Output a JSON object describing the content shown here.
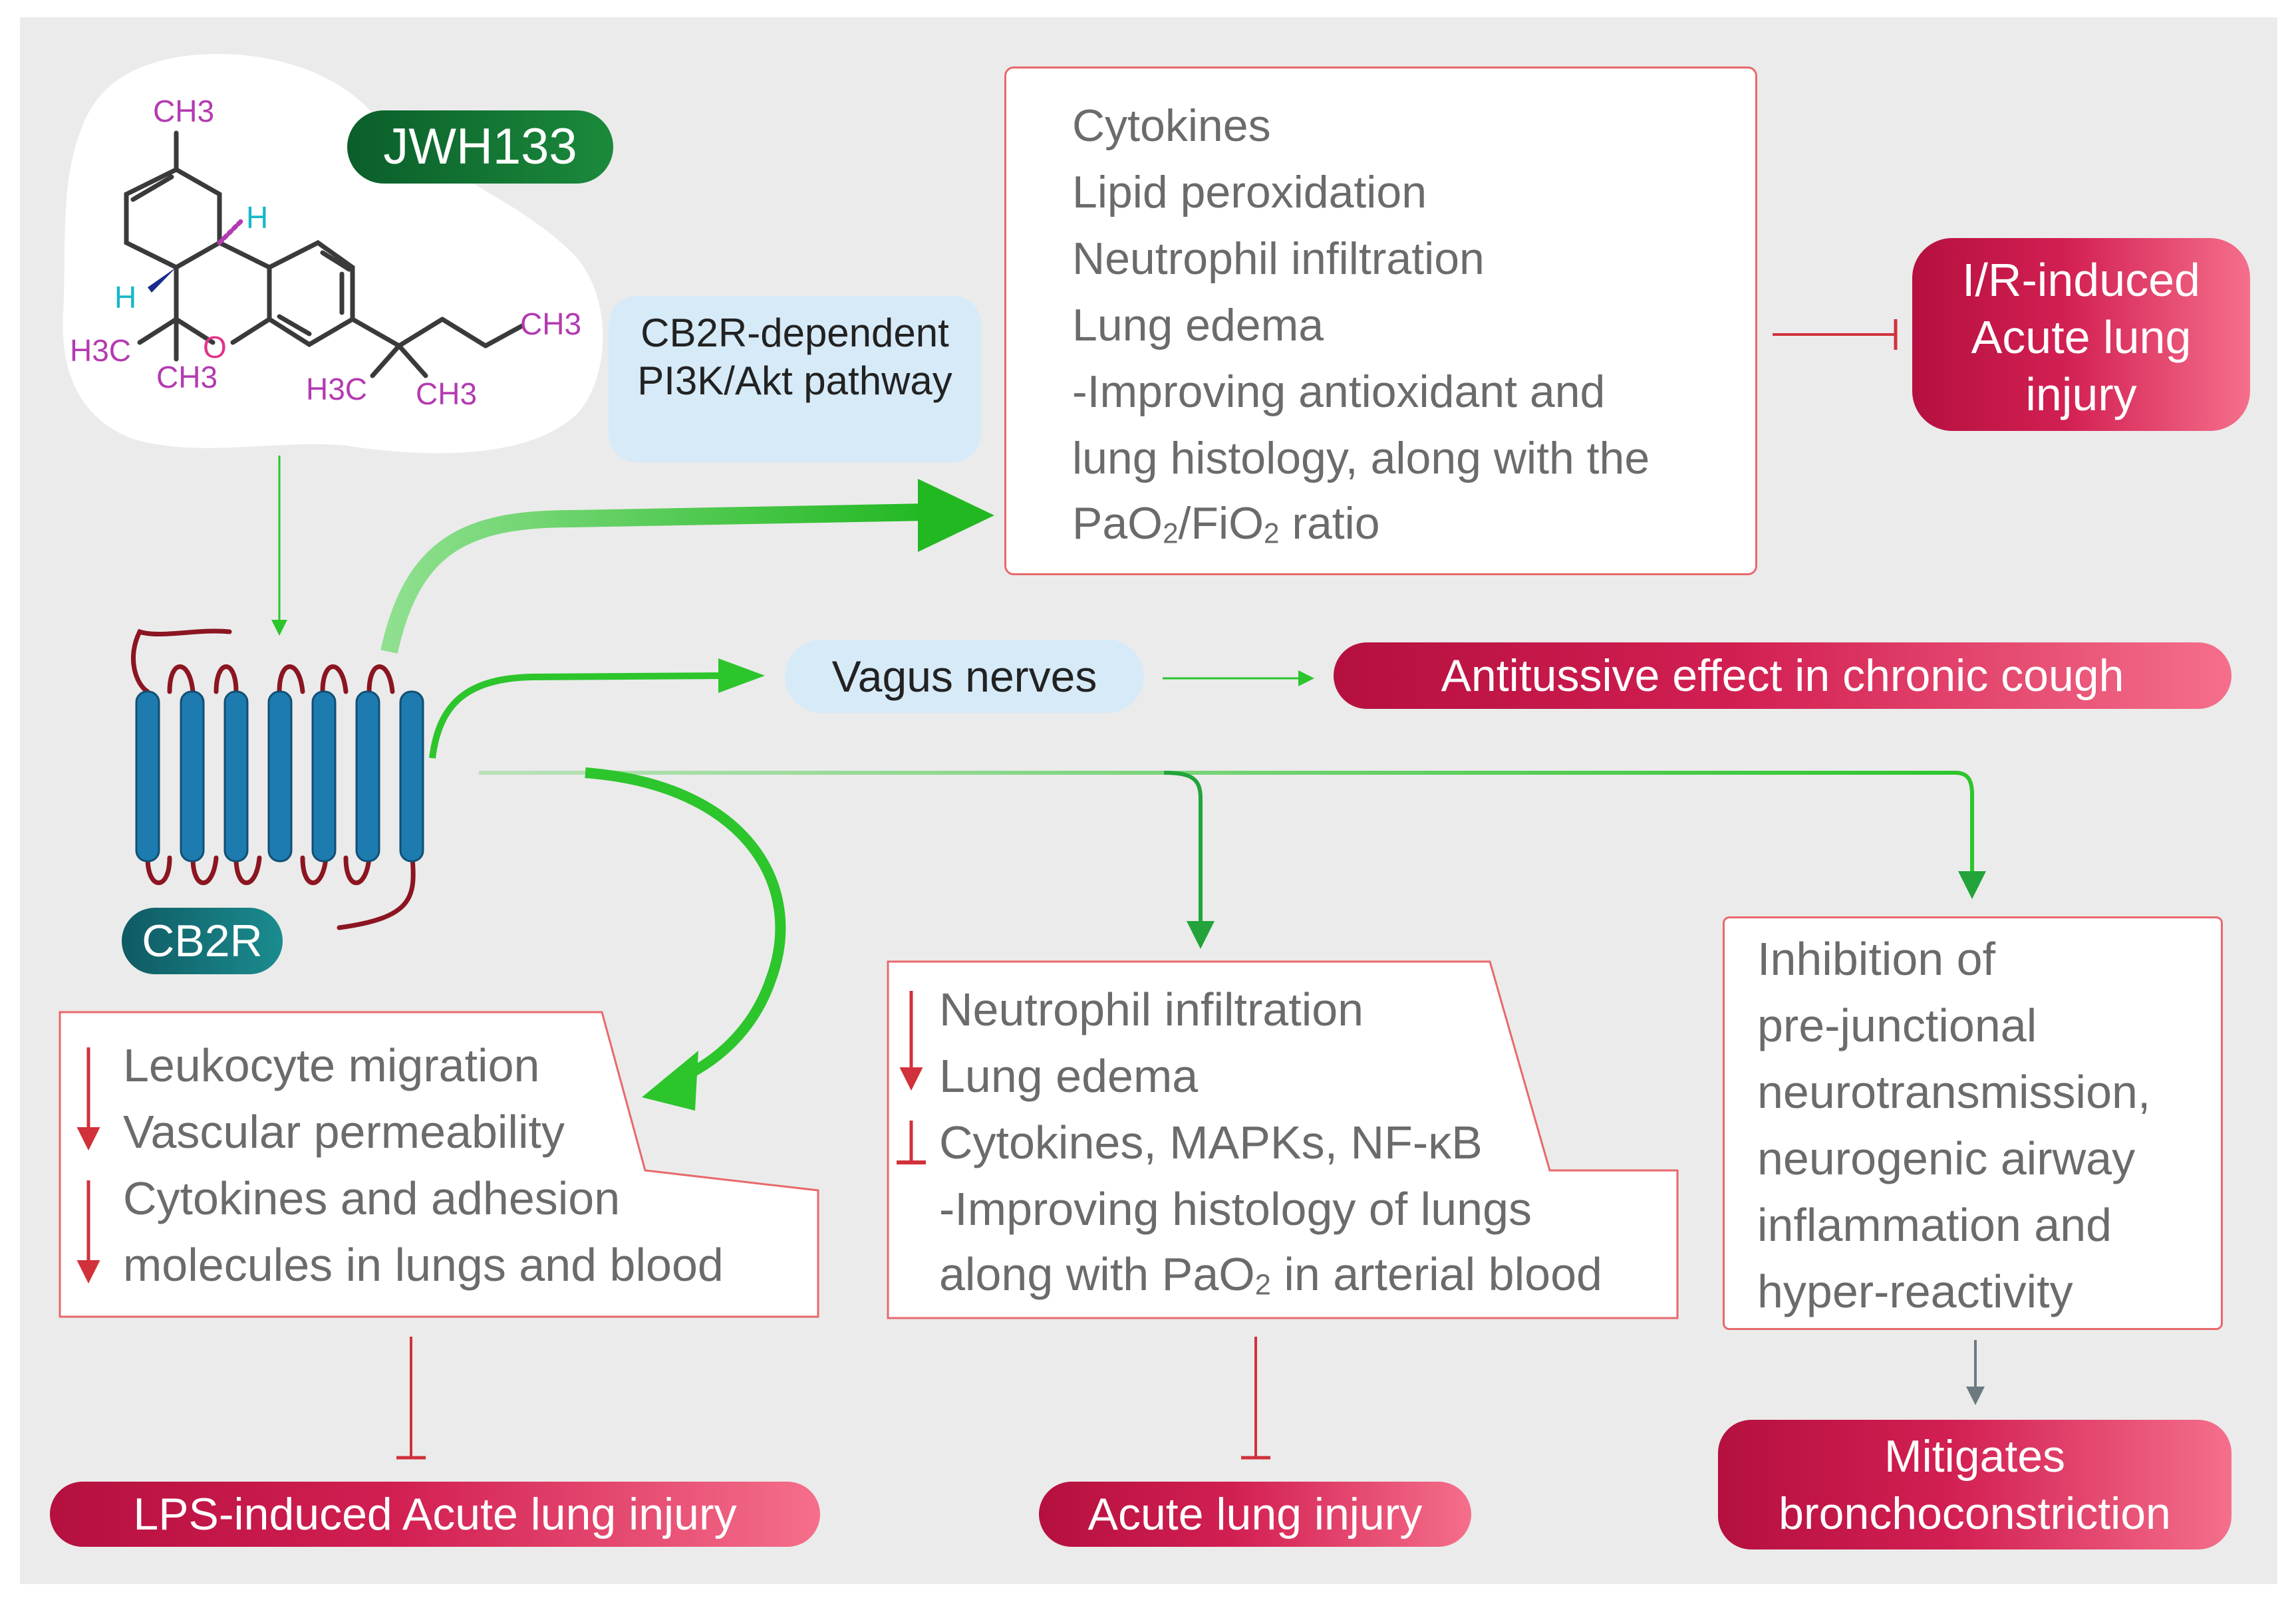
{
  "compound": {
    "name": "JWH133",
    "atoms": {
      "ch3_top": "CH3",
      "h_stereo_right": "H",
      "h_stereo_left": "H",
      "o": "O",
      "h3c_left": "H3C",
      "ch3_bottom": "CH3",
      "h3c_chain": "H3C",
      "ch3_chain": "CH3",
      "ch3_tail": "CH3"
    }
  },
  "receptor": {
    "name": "CB2R"
  },
  "pathway_label": "CB2R-dependent PI3K/Akt pathway",
  "vagus_label": "Vagus nerves",
  "top_box": {
    "lines": [
      "Cytokines",
      "Lipid peroxidation",
      "Neutrophil infiltration",
      "Lung edema",
      "-Improving antioxidant and",
      "lung histology, along with the"
    ],
    "ratio_pre": "PaO",
    "ratio_sub1": "2",
    "ratio_mid": "/FiO",
    "ratio_sub2": "2",
    "ratio_post": " ratio"
  },
  "outcomes": {
    "ir_ali": "I/R-induced Acute lung injury",
    "antitussive": "Antitussive effect in chronic cough",
    "lps_ali": "LPS-induced Acute lung injury",
    "ali": "Acute lung injury",
    "bronchoconstriction": "Mitigates bronchoconstriction"
  },
  "left_box": {
    "lines": [
      "Leukocyte migration",
      "Vascular permeability",
      "Cytokines and adhesion",
      "molecules in lungs and blood"
    ]
  },
  "middle_box": {
    "lines": [
      "Neutrophil infiltration",
      "Lung edema",
      "Cytokines, MAPKs, NF-κB",
      "-Improving histology of lungs"
    ],
    "last_pre": "along with PaO",
    "last_sub": "2",
    "last_post": " in arterial blood"
  },
  "right_box": {
    "lines": [
      "Inhibition of",
      "pre-junctional",
      "neurotransmission,",
      "neurogenic airway",
      "inflammation and",
      "hyper-reactivity"
    ]
  },
  "colors": {
    "background": "#ebebeb",
    "green_arrow": "#2cc52c",
    "red_mark": "#d0313a",
    "receptor_helix": "#1d7bb0",
    "receptor_loop": "#8b1520",
    "molecule_bond": "#3a3a3a",
    "molecule_methyl": "#b33bb0",
    "molecule_h": "#14b8c8",
    "molecule_o": "#e0358a"
  }
}
